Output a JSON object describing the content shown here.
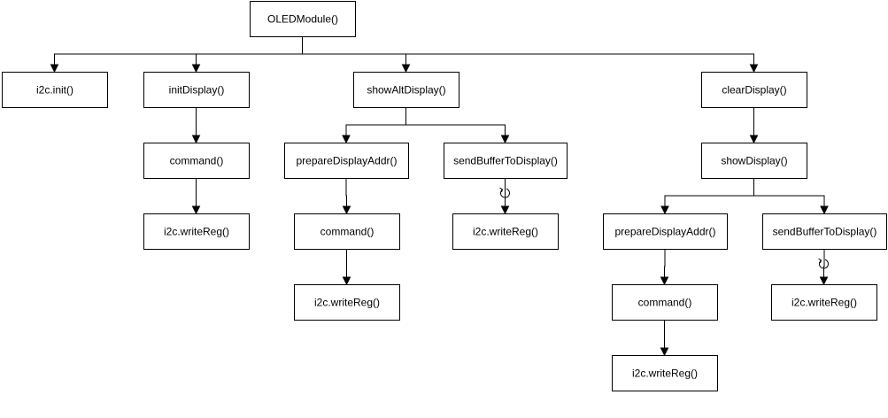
{
  "diagram": {
    "nodes": [
      {
        "id": "oled-module",
        "label": "OLEDModule()"
      },
      {
        "id": "i2c-init",
        "label": "i2c.init()"
      },
      {
        "id": "init-display",
        "label": "initDisplay()"
      },
      {
        "id": "show-alt-display",
        "label": "showAltDisplay()"
      },
      {
        "id": "clear-display",
        "label": "clearDisplay()"
      },
      {
        "id": "init-command",
        "label": "command()"
      },
      {
        "id": "init-write-reg",
        "label": "i2c.writeReg()"
      },
      {
        "id": "alt-prepare-addr",
        "label": "prepareDisplayAddr()"
      },
      {
        "id": "alt-send-buffer",
        "label": "sendBufferToDisplay()"
      },
      {
        "id": "alt-command",
        "label": "command()"
      },
      {
        "id": "alt-command-write-reg",
        "label": "i2c.writeReg()"
      },
      {
        "id": "alt-send-write-reg",
        "label": "i2c.writeReg()"
      },
      {
        "id": "show-display",
        "label": "showDisplay()"
      },
      {
        "id": "show-prepare-addr",
        "label": "prepareDisplayAddr()"
      },
      {
        "id": "show-send-buffer",
        "label": "sendBufferToDisplay()"
      },
      {
        "id": "show-command",
        "label": "command()"
      },
      {
        "id": "show-command-write-reg",
        "label": "i2c.writeReg()"
      },
      {
        "id": "show-send-write-reg",
        "label": "i2c.writeReg()"
      }
    ],
    "edges": [
      {
        "from": "oled-module",
        "to": "i2c-init",
        "loop": false
      },
      {
        "from": "oled-module",
        "to": "init-display",
        "loop": false
      },
      {
        "from": "oled-module",
        "to": "show-alt-display",
        "loop": false
      },
      {
        "from": "oled-module",
        "to": "clear-display",
        "loop": false
      },
      {
        "from": "init-display",
        "to": "init-command",
        "loop": false
      },
      {
        "from": "init-command",
        "to": "init-write-reg",
        "loop": false
      },
      {
        "from": "show-alt-display",
        "to": "alt-prepare-addr",
        "loop": false
      },
      {
        "from": "show-alt-display",
        "to": "alt-send-buffer",
        "loop": false
      },
      {
        "from": "alt-prepare-addr",
        "to": "alt-command",
        "loop": false
      },
      {
        "from": "alt-command",
        "to": "alt-command-write-reg",
        "loop": false
      },
      {
        "from": "alt-send-buffer",
        "to": "alt-send-write-reg",
        "loop": true
      },
      {
        "from": "clear-display",
        "to": "show-display",
        "loop": false
      },
      {
        "from": "show-display",
        "to": "show-prepare-addr",
        "loop": false
      },
      {
        "from": "show-display",
        "to": "show-send-buffer",
        "loop": false
      },
      {
        "from": "show-prepare-addr",
        "to": "show-command",
        "loop": false
      },
      {
        "from": "show-command",
        "to": "show-command-write-reg",
        "loop": false
      },
      {
        "from": "show-send-buffer",
        "to": "show-send-write-reg",
        "loop": true
      }
    ]
  }
}
